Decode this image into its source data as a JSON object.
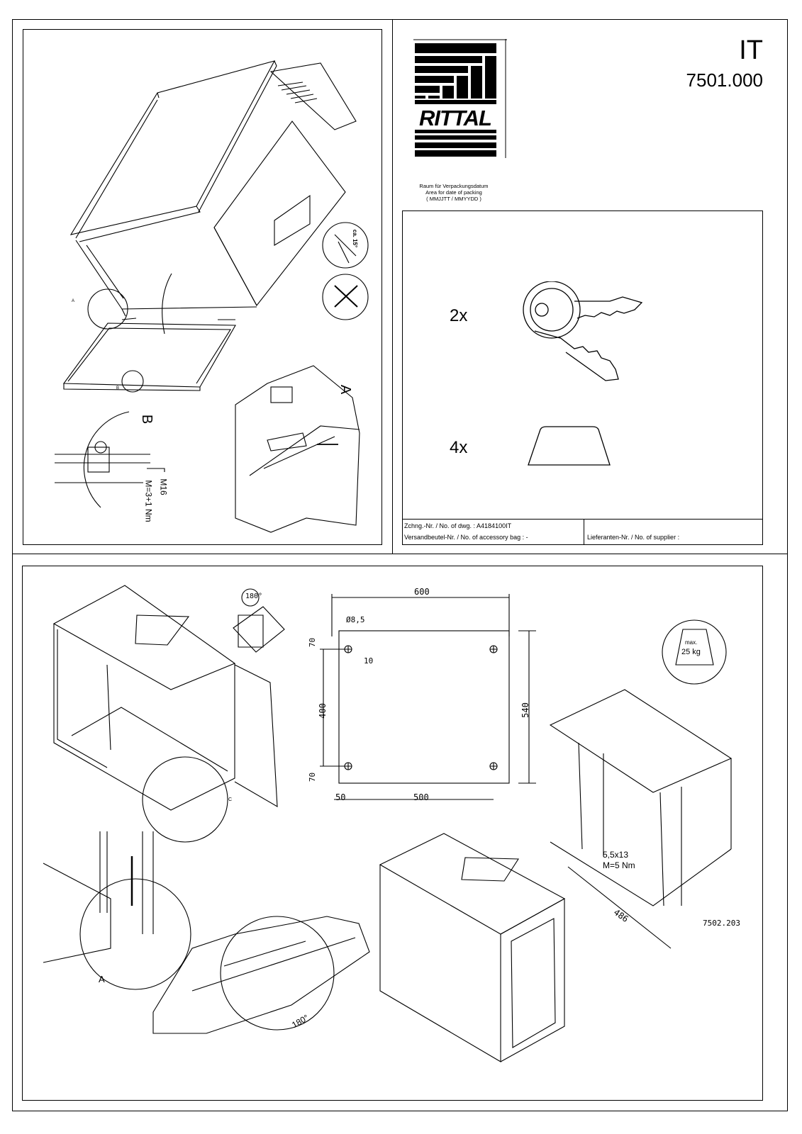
{
  "header": {
    "product_family": "IT",
    "article_number": "7501.000",
    "brand": "RITTAL",
    "packing_area_de": "Raum für Verpackungsdatum",
    "packing_area_en": "Area for date of packing",
    "packing_format": "( MMJJTT / MMYYDD )"
  },
  "accessories": {
    "keys_qty": "2x",
    "feet_qty": "4x"
  },
  "footer": {
    "drawing_no": "Zchng.-Nr. / No. of dwg. : A4184100IT",
    "bag_no": "Versandbeutel-Nr. / No. of accessory bag : -",
    "supplier_no": "Lieferanten-Nr. / No. of supplier :"
  },
  "assembly_labels": {
    "detail_a": "A",
    "detail_b": "B",
    "detail_a_small": "A",
    "detail_b_small": "B",
    "angle_hint": "ca. 15°",
    "torque_size": "M16",
    "torque_value": "M=3+1 Nm"
  },
  "dimensions": {
    "width": "600",
    "hole_dia": "Ø8,5",
    "top_offset": "70",
    "slot": "10",
    "height_inner": "400",
    "height_outer": "540",
    "bottom_offset": "70",
    "left_offset": "50",
    "hole_spacing": "500",
    "rotation": "180°"
  },
  "load": {
    "label": "max.",
    "value": "25 kg"
  },
  "rack_labels": {
    "screw": "5,5x13",
    "screw_torque": "M=5 Nm",
    "depth": "486",
    "accessory_part": "7502.203",
    "detail_c": "C",
    "detail_a_lower": "A",
    "rotate_door": "180°"
  }
}
